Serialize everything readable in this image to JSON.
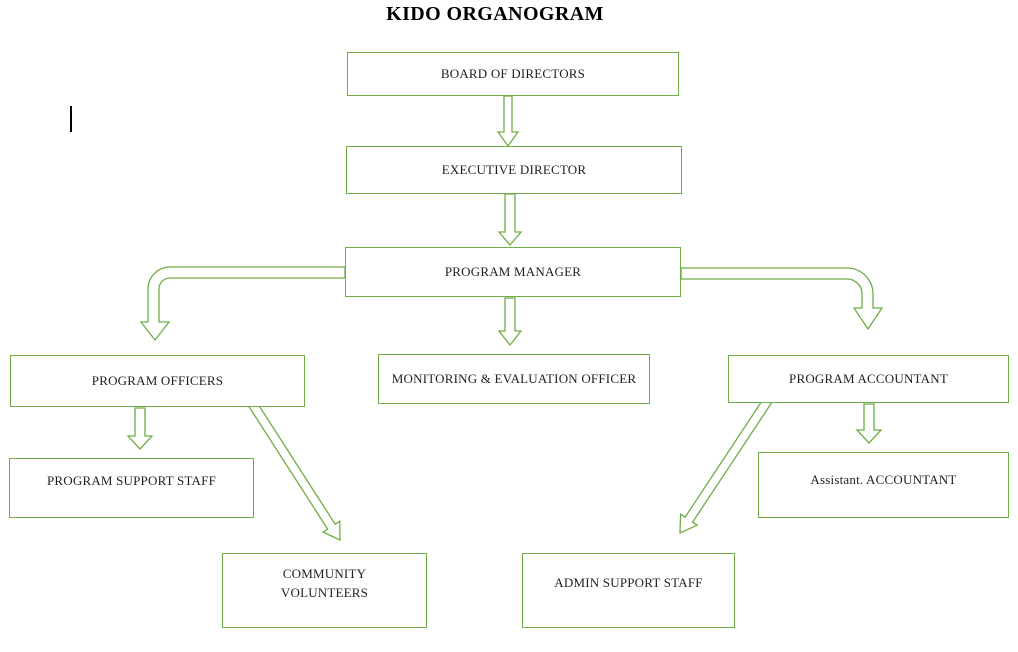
{
  "title": "KIDO ORGANOGRAM",
  "accent_color": "#70AD47",
  "text_color": "#1f1f1f",
  "nodes": {
    "board": {
      "label": "BOARD OF DIRECTORS"
    },
    "executive_director": {
      "label": "EXECUTIVE DIRECTOR"
    },
    "program_manager": {
      "label": "PROGRAM MANAGER"
    },
    "program_officers": {
      "label": "PROGRAM OFFICERS"
    },
    "me_officer": {
      "label": "MONITORING & EVALUATION OFFICER"
    },
    "program_accountant": {
      "label": "PROGRAM ACCOUNTANT"
    },
    "program_support_staff": {
      "label": "PROGRAM SUPPORT STAFF"
    },
    "community_volunteers": {
      "label": "COMMUNITY VOLUNTEERS"
    },
    "assistant_accountant": {
      "label": "Assistant. ACCOUNTANT"
    },
    "admin_support_staff": {
      "label": "ADMIN SUPPORT STAFF"
    }
  },
  "edges": [
    {
      "from": "BOARD OF DIRECTORS",
      "to": "EXECUTIVE DIRECTOR"
    },
    {
      "from": "EXECUTIVE DIRECTOR",
      "to": "PROGRAM MANAGER"
    },
    {
      "from": "PROGRAM MANAGER",
      "to": "PROGRAM OFFICERS"
    },
    {
      "from": "PROGRAM MANAGER",
      "to": "MONITORING & EVALUATION OFFICER"
    },
    {
      "from": "PROGRAM MANAGER",
      "to": "PROGRAM ACCOUNTANT"
    },
    {
      "from": "PROGRAM OFFICERS",
      "to": "PROGRAM SUPPORT STAFF"
    },
    {
      "from": "PROGRAM OFFICERS",
      "to": "COMMUNITY VOLUNTEERS"
    },
    {
      "from": "PROGRAM ACCOUNTANT",
      "to": "Assistant. ACCOUNTANT"
    },
    {
      "from": "PROGRAM ACCOUNTANT",
      "to": "ADMIN SUPPORT STAFF"
    }
  ]
}
